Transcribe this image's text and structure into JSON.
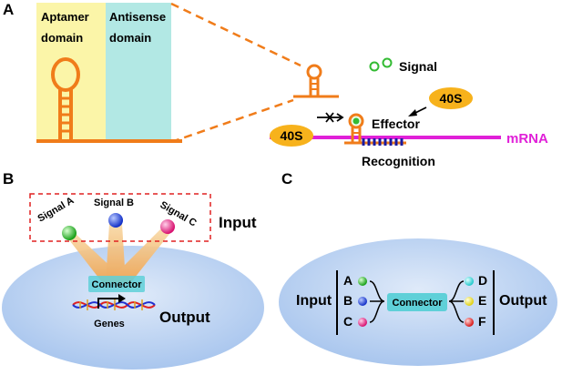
{
  "panel_a": {
    "letter": "A",
    "aptamer_label_1": "Aptamer",
    "aptamer_label_2": "domain",
    "antisense_label_1": "Antisense",
    "antisense_label_2": "domain",
    "signal_label": "Signal",
    "effector_label": "Effector",
    "ribosome_label_1": "40S",
    "ribosome_label_2": "40S",
    "mrna_label": "mRNA",
    "recognition_label": "Recognition"
  },
  "panel_b": {
    "letter": "B",
    "signals": [
      {
        "label": "Signal A",
        "color": "#22b022"
      },
      {
        "label": "Signal B",
        "color": "#1f3fd8"
      },
      {
        "label": "Signal C",
        "color": "#e61f8a"
      }
    ],
    "input_label": "Input",
    "connector_label": "Connector",
    "genes_label": "Genes",
    "output_label": "Output"
  },
  "panel_c": {
    "letter": "C",
    "input_label": "Input",
    "inputs": [
      {
        "label": "A",
        "color": "#33cc33"
      },
      {
        "label": "B",
        "color": "#2244dd"
      },
      {
        "label": "C",
        "color": "#ee2288"
      }
    ],
    "connector_label": "Connector",
    "outputs": [
      {
        "label": "D",
        "color": "#33dddd"
      },
      {
        "label": "E",
        "color": "#eeee22"
      },
      {
        "label": "F",
        "color": "#ee3333"
      }
    ],
    "output_label": "Output"
  },
  "colors": {
    "orange": "#f07c1a",
    "aptamer_bg": "#fbf5a8",
    "antisense_bg": "#b2e8e4",
    "mrna": "#e020d8",
    "ribosome": "#f7b21c",
    "cell": "#b7d2f2",
    "connector": "#5fd0d8"
  }
}
